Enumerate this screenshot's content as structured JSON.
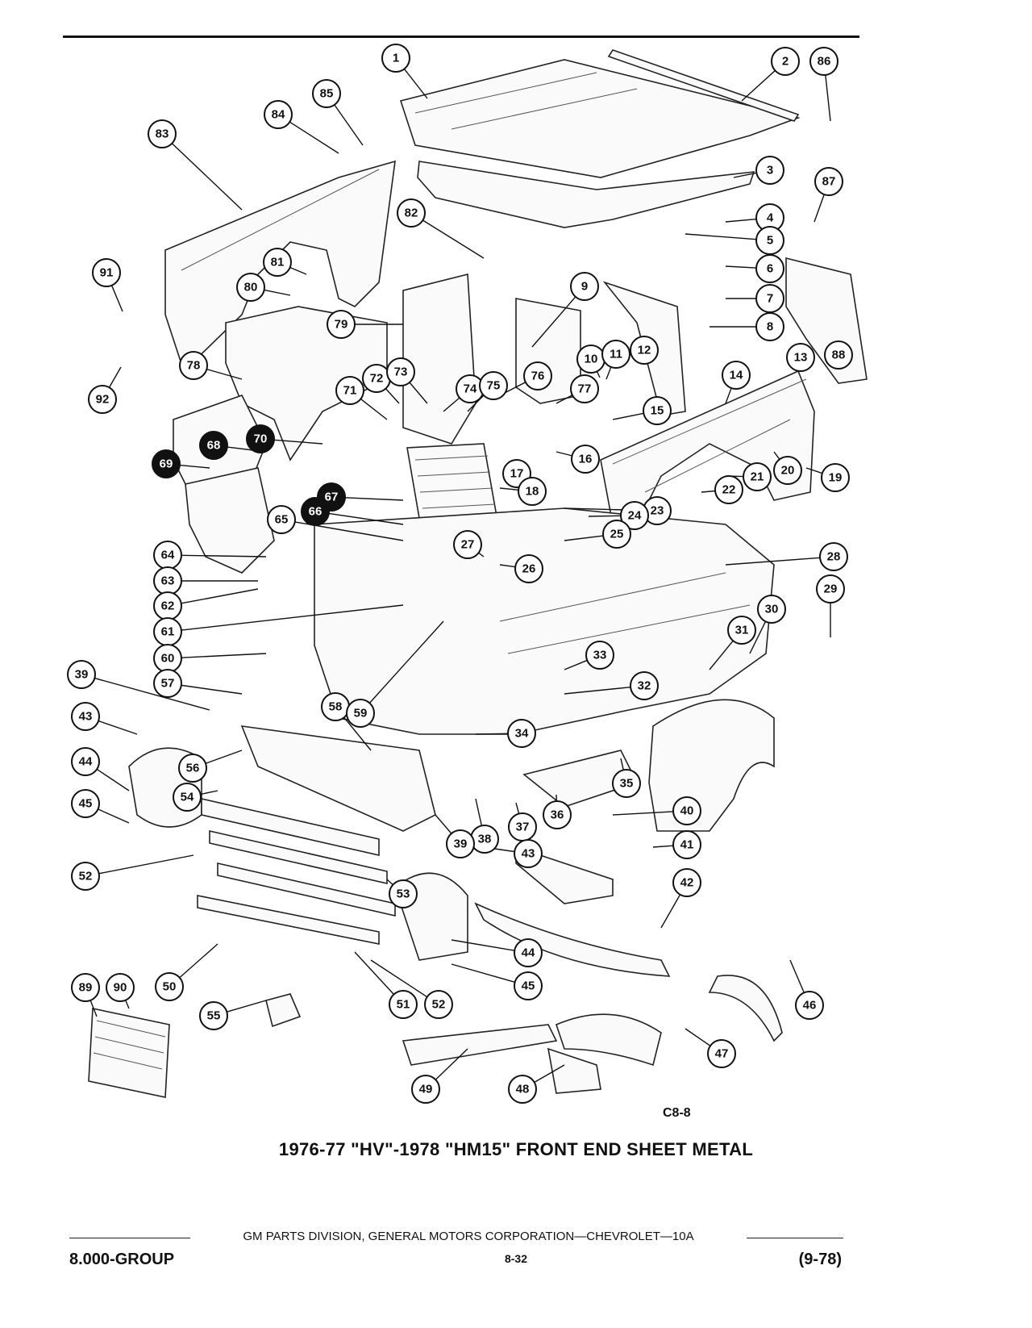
{
  "figure": {
    "code": "C8-8",
    "caption": "1976-77 \"HV\"-1978 \"HM15\" FRONT END SHEET METAL"
  },
  "footer": {
    "publisher": "GM PARTS DIVISION, GENERAL MOTORS CORPORATION—CHEVROLET—10A",
    "group": "8.000-GROUP",
    "page": "8-32",
    "date": "(9-78)"
  },
  "callouts": [
    "1",
    "2",
    "86",
    "85",
    "84",
    "83",
    "3",
    "87",
    "4",
    "82",
    "5",
    "81",
    "91",
    "6",
    "80",
    "9",
    "7",
    "79",
    "8",
    "10",
    "11",
    "12",
    "88",
    "13",
    "78",
    "72",
    "73",
    "14",
    "92",
    "76",
    "77",
    "74",
    "75",
    "71",
    "15",
    "70",
    "16",
    "69",
    "17",
    "20",
    "21",
    "68",
    "18",
    "19",
    "22",
    "67",
    "23",
    "66",
    "65",
    "24",
    "25",
    "27",
    "64",
    "26",
    "28",
    "63",
    "29",
    "62",
    "61",
    "30",
    "31",
    "60",
    "33",
    "39",
    "57",
    "32",
    "58",
    "59",
    "43",
    "34",
    "44",
    "56",
    "35",
    "36",
    "40",
    "54",
    "45",
    "37",
    "38",
    "39",
    "41",
    "52",
    "42",
    "53",
    "43",
    "50",
    "44",
    "89",
    "90",
    "45",
    "46",
    "51",
    "52",
    "55",
    "47",
    "49",
    "48"
  ]
}
